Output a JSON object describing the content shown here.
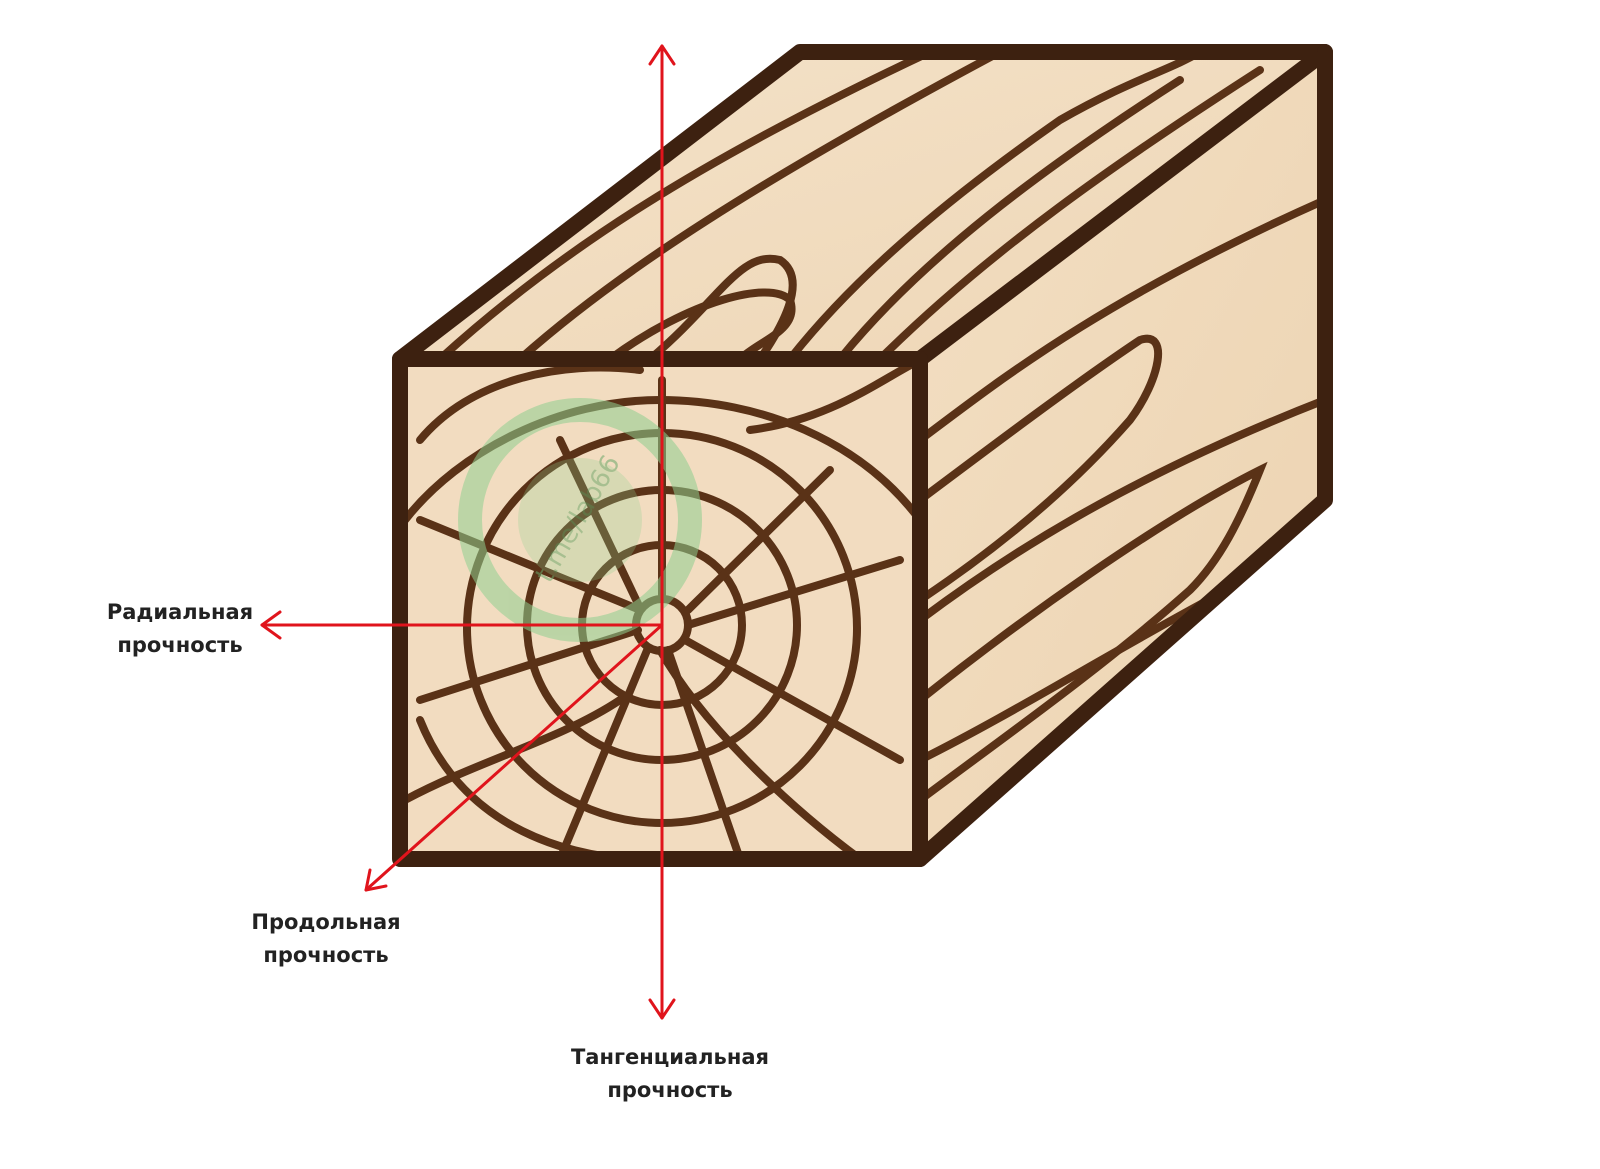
{
  "labels": {
    "radial": {
      "line1": "Радиальная",
      "line2": "прочность"
    },
    "longitudinal": {
      "line1": "Продольная",
      "line2": "прочность"
    },
    "tangential": {
      "line1": "Тангенциальная",
      "line2": "прочность"
    }
  },
  "watermark": {
    "text": "t.me/lab66"
  },
  "colors": {
    "wood_light": "#f2dcc0",
    "wood_grain": "#5a3217",
    "outline": "#3d2110",
    "arrow": "#e0141c",
    "watermark": "#8fcf8f"
  },
  "icons": {
    "watermark": "watermark-seal-icon"
  }
}
